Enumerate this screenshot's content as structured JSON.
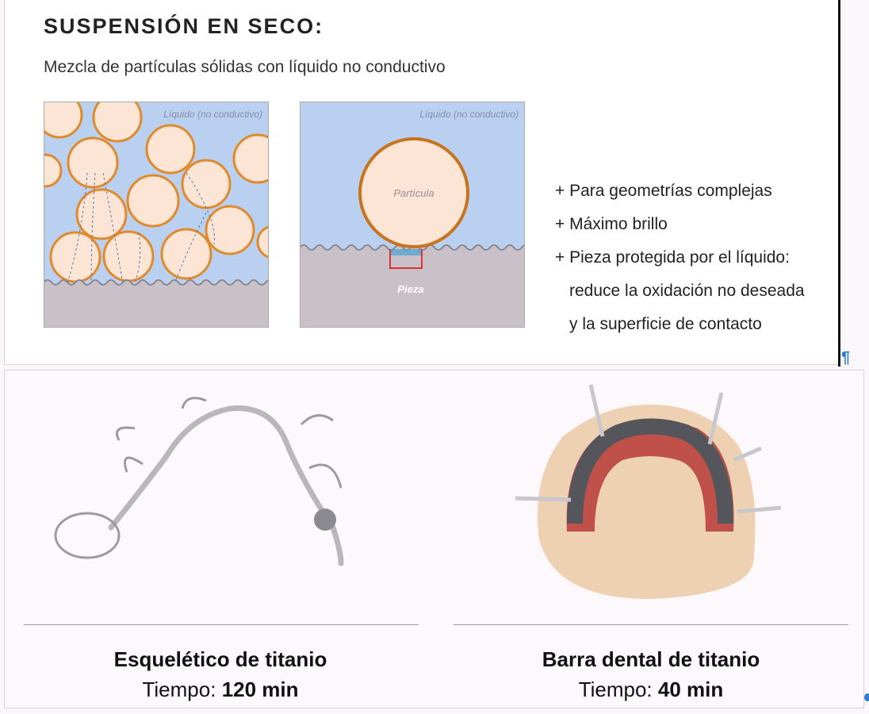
{
  "title": "SUSPENSIÓN EN SECO:",
  "subtitle": "Mezcla de partículas sólidas con líquido no conductivo",
  "diagram_left": {
    "label": "Líquido (no conductivo)"
  },
  "diagram_right": {
    "label": "Líquido (no conductivo)",
    "particle": "Partícula",
    "piece": "Pieza"
  },
  "bullets": [
    "+ Para geometrías complejas",
    "+ Máximo brillo",
    "+ Pieza protegida por el líquido:",
    "reduce la oxidación no deseada",
    "y la superficie de contacto"
  ],
  "pilcrow": "¶",
  "items": [
    {
      "name": "Esquelético de titanio",
      "time_label": "Tiempo:",
      "time_value": "120 min"
    },
    {
      "name": "Barra dental de titanio",
      "time_label": "Tiempo:",
      "time_value": "40 min"
    }
  ]
}
